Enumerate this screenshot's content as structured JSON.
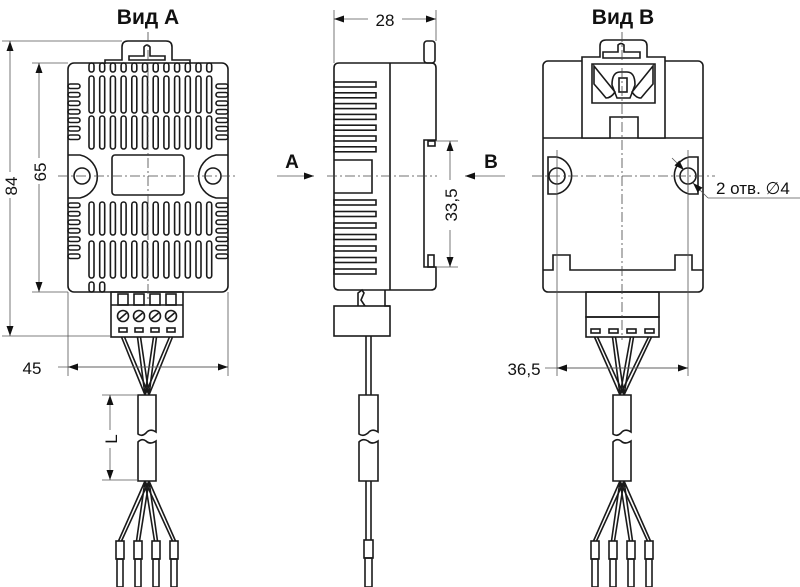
{
  "views": {
    "view_a": {
      "title": "Вид А"
    },
    "view_side": {
      "arrow_a": "A",
      "arrow_b": "B"
    },
    "view_b": {
      "title": "Вид В"
    }
  },
  "dimensions": {
    "total_height": "84",
    "body_height": "65",
    "body_width_a": "45",
    "depth": "28",
    "mount_spacing_vertical": "33,5",
    "mount_spacing_horizontal": "36,5",
    "cable_length": "L",
    "holes_note": "2 отв. ∅4"
  },
  "terminals": {
    "count": 4
  },
  "colors": {
    "line": "#1a1a1a",
    "background": "#ffffff"
  }
}
